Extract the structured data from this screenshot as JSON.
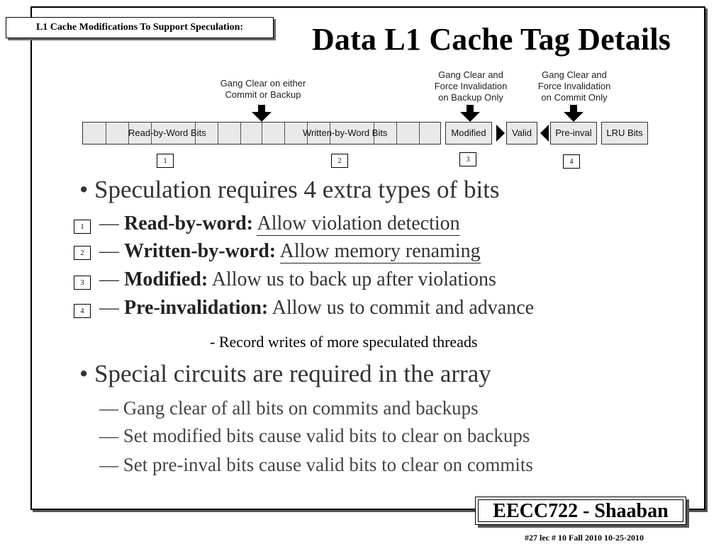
{
  "header": {
    "topic": "L1 Cache Modifications To Support Speculation:",
    "title": "Data L1 Cache Tag Details"
  },
  "diagram": {
    "callouts": {
      "gang_clear_either": [
        "Gang Clear on either",
        "Commit or Backup"
      ],
      "gang_clear_backup": [
        "Gang Clear and",
        "Force Invalidation",
        "on Backup Only"
      ],
      "gang_clear_commit": [
        "Gang Clear and",
        "Force Invalidation",
        "on Commit Only"
      ]
    },
    "fields": {
      "read_by_word": "Read-by-Word Bits",
      "written_by_word": "Written-by-Word Bits",
      "modified": "Modified",
      "valid": "Valid",
      "pre_inval": "Pre-inval",
      "lru": "LRU Bits"
    },
    "markers": [
      "1",
      "2",
      "3",
      "4"
    ]
  },
  "bullets": {
    "b1": "Speculation requires 4 extra types of bits",
    "items": [
      {
        "num": "1",
        "dash": "—",
        "term": "Read-by-word:",
        "desc": "Allow violation detection"
      },
      {
        "num": "2",
        "dash": "—",
        "term": "Written-by-word:",
        "desc": "Allow memory renaming"
      },
      {
        "num": "3",
        "dash": "—",
        "term": "Modified:",
        "desc": "Allow us to back up after violations"
      },
      {
        "num": "4",
        "dash": "—",
        "term": "Pre-invalidation:",
        "desc": "Allow us to commit and advance"
      }
    ],
    "note": "- Record writes of more speculated threads",
    "b2": "Special circuits are required in the array",
    "sub2": [
      "— Gang clear of all bits on commits and backups",
      "— Set modified bits cause valid bits to clear on backups",
      "— Set pre-inval bits cause valid bits to clear on commits"
    ]
  },
  "footer": {
    "course": "EECC722 - Shaaban",
    "meta": "#27   lec # 10    Fall 2010   10-25-2010"
  }
}
